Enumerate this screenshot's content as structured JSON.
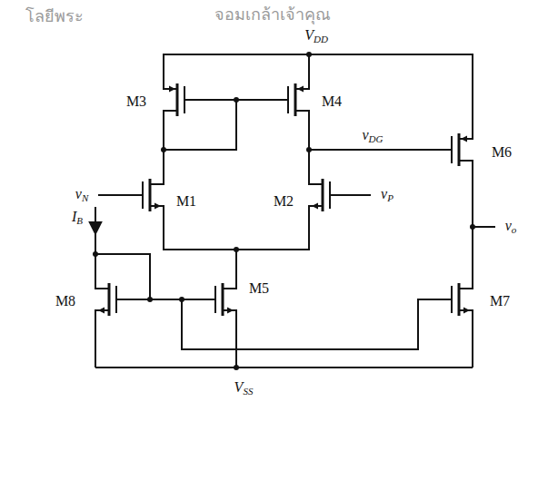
{
  "diagram": {
    "labels": [
      "VDD",
      "M3",
      "M4",
      "vDG",
      "M6",
      "M1",
      "M2",
      "vN",
      "vP",
      "vo",
      "IB",
      "M5",
      "M8",
      "M7",
      "VSS",
      "โลยีพระ",
      "จอมเกล้าเจ้าคุณ"
    ]
  }
}
